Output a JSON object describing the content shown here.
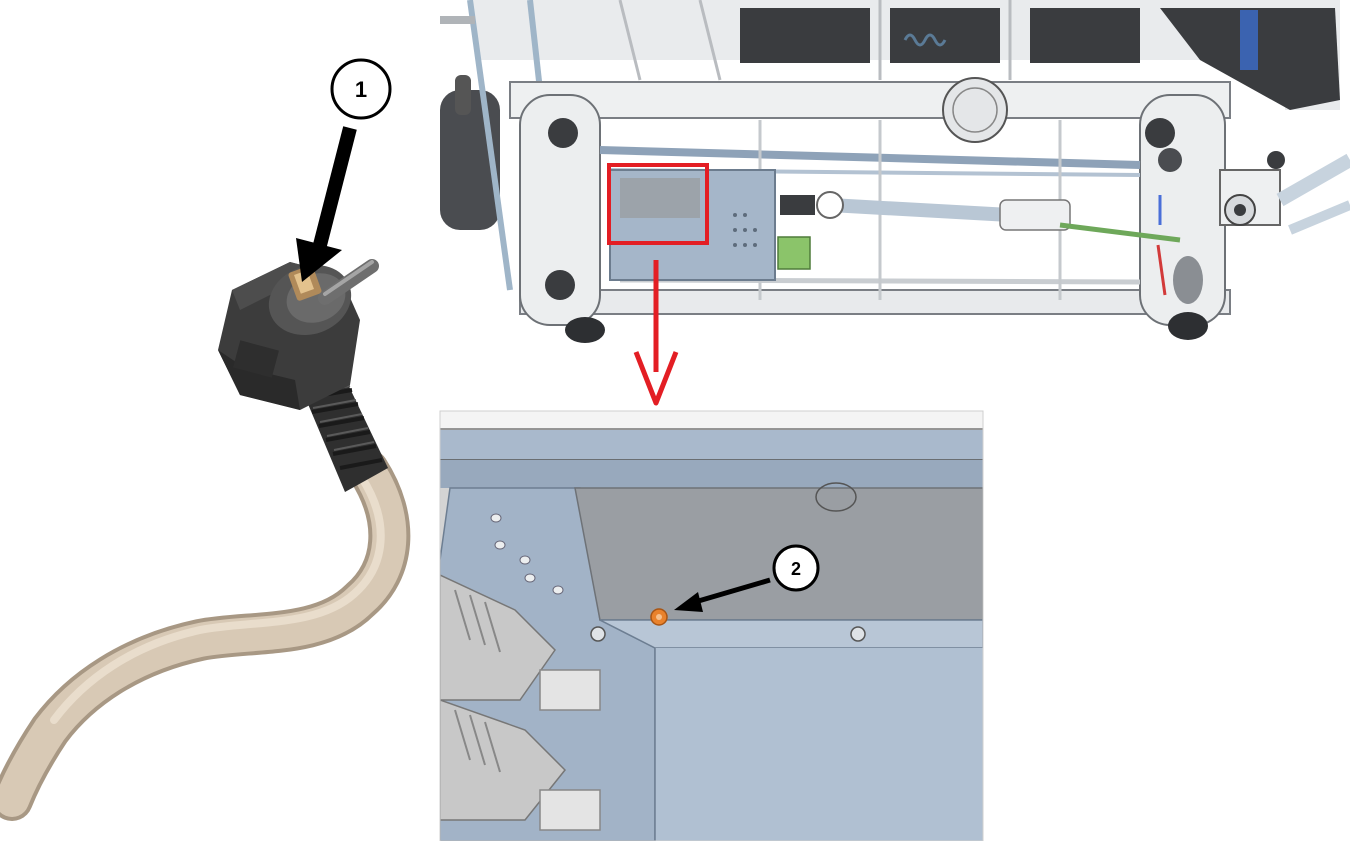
{
  "callouts": [
    {
      "id": "1",
      "label": "1"
    },
    {
      "id": "2",
      "label": "2"
    }
  ],
  "colors": {
    "highlight": "#e31e24",
    "plug_body": "#3a3a3a",
    "cable": "#d2c2ae",
    "frame_light": "#eceeef",
    "frame_blue": "#9fb1c6",
    "panel_gray": "#9a9ea3",
    "fuse": "#e9822c"
  },
  "icons": {
    "plug": "power-plug-icon",
    "fuse": "fuse-icon"
  }
}
